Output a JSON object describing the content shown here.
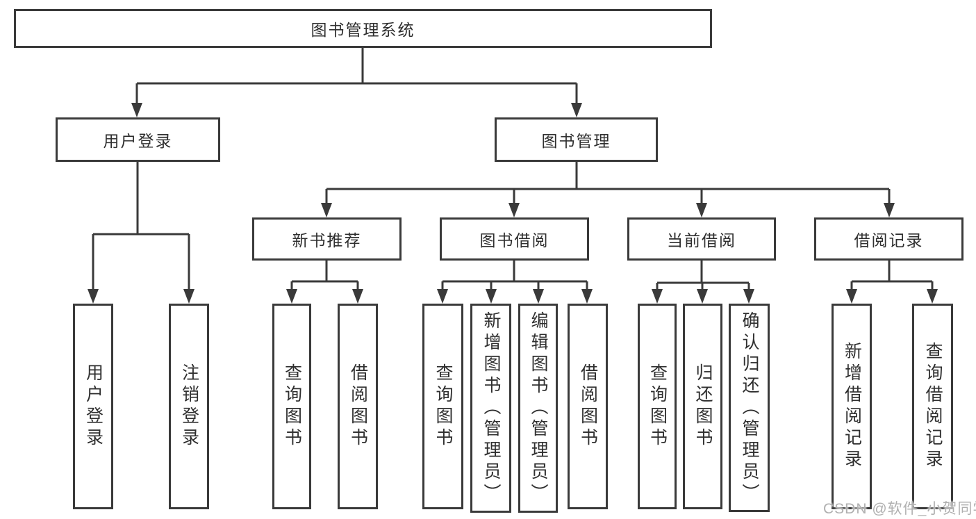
{
  "diagram_title": "图书管理系统",
  "nodes": {
    "root": "图书管理系统",
    "userLogin": "用户登录",
    "bookManagement": "图书管理",
    "newBookRecommend": "新书推荐",
    "bookBorrow": "图书借阅",
    "currentBorrow": "当前借阅",
    "borrowRecords": "借阅记录",
    "leafUserLogin": "用户登录",
    "leafLogout": "注销登录",
    "nbQueryBooks": "查询图书",
    "nbBorrowBooks": "借阅图书",
    "bbQueryBooks": "查询图书",
    "bbAddBooks": "新增图书（管理员）",
    "bbEditBooks": "编辑图书（管理员）",
    "bbBorrowBooks": "借阅图书",
    "cbQueryBooks": "查询图书",
    "cbReturnBooks": "归还图书",
    "cbConfirmReturn": "确认归还（管理员）",
    "brAddRecord": "新增借阅记录",
    "brQueryRecord": "查询借阅记录"
  },
  "hierarchy": {
    "label": "图书管理系统",
    "children": [
      {
        "label": "用户登录",
        "children": [
          {
            "label": "用户登录"
          },
          {
            "label": "注销登录"
          }
        ]
      },
      {
        "label": "图书管理",
        "children": [
          {
            "label": "新书推荐",
            "children": [
              {
                "label": "查询图书"
              },
              {
                "label": "借阅图书"
              }
            ]
          },
          {
            "label": "图书借阅",
            "children": [
              {
                "label": "查询图书"
              },
              {
                "label": "新增图书（管理员）"
              },
              {
                "label": "编辑图书（管理员）"
              },
              {
                "label": "借阅图书"
              }
            ]
          },
          {
            "label": "当前借阅",
            "children": [
              {
                "label": "查询图书"
              },
              {
                "label": "归还图书"
              },
              {
                "label": "确认归还（管理员）"
              }
            ]
          },
          {
            "label": "借阅记录",
            "children": [
              {
                "label": "新增借阅记录"
              },
              {
                "label": "查询借阅记录"
              }
            ]
          }
        ]
      }
    ]
  },
  "watermark": "CSDN @软件_小贺同学",
  "colors": {
    "line": "#3a3a3a",
    "box_border": "#3a3a3a",
    "box_background": "#ffffff",
    "text": "#2f2f2f",
    "watermark": "#b0b0b0",
    "page_background": "#ffffff"
  }
}
